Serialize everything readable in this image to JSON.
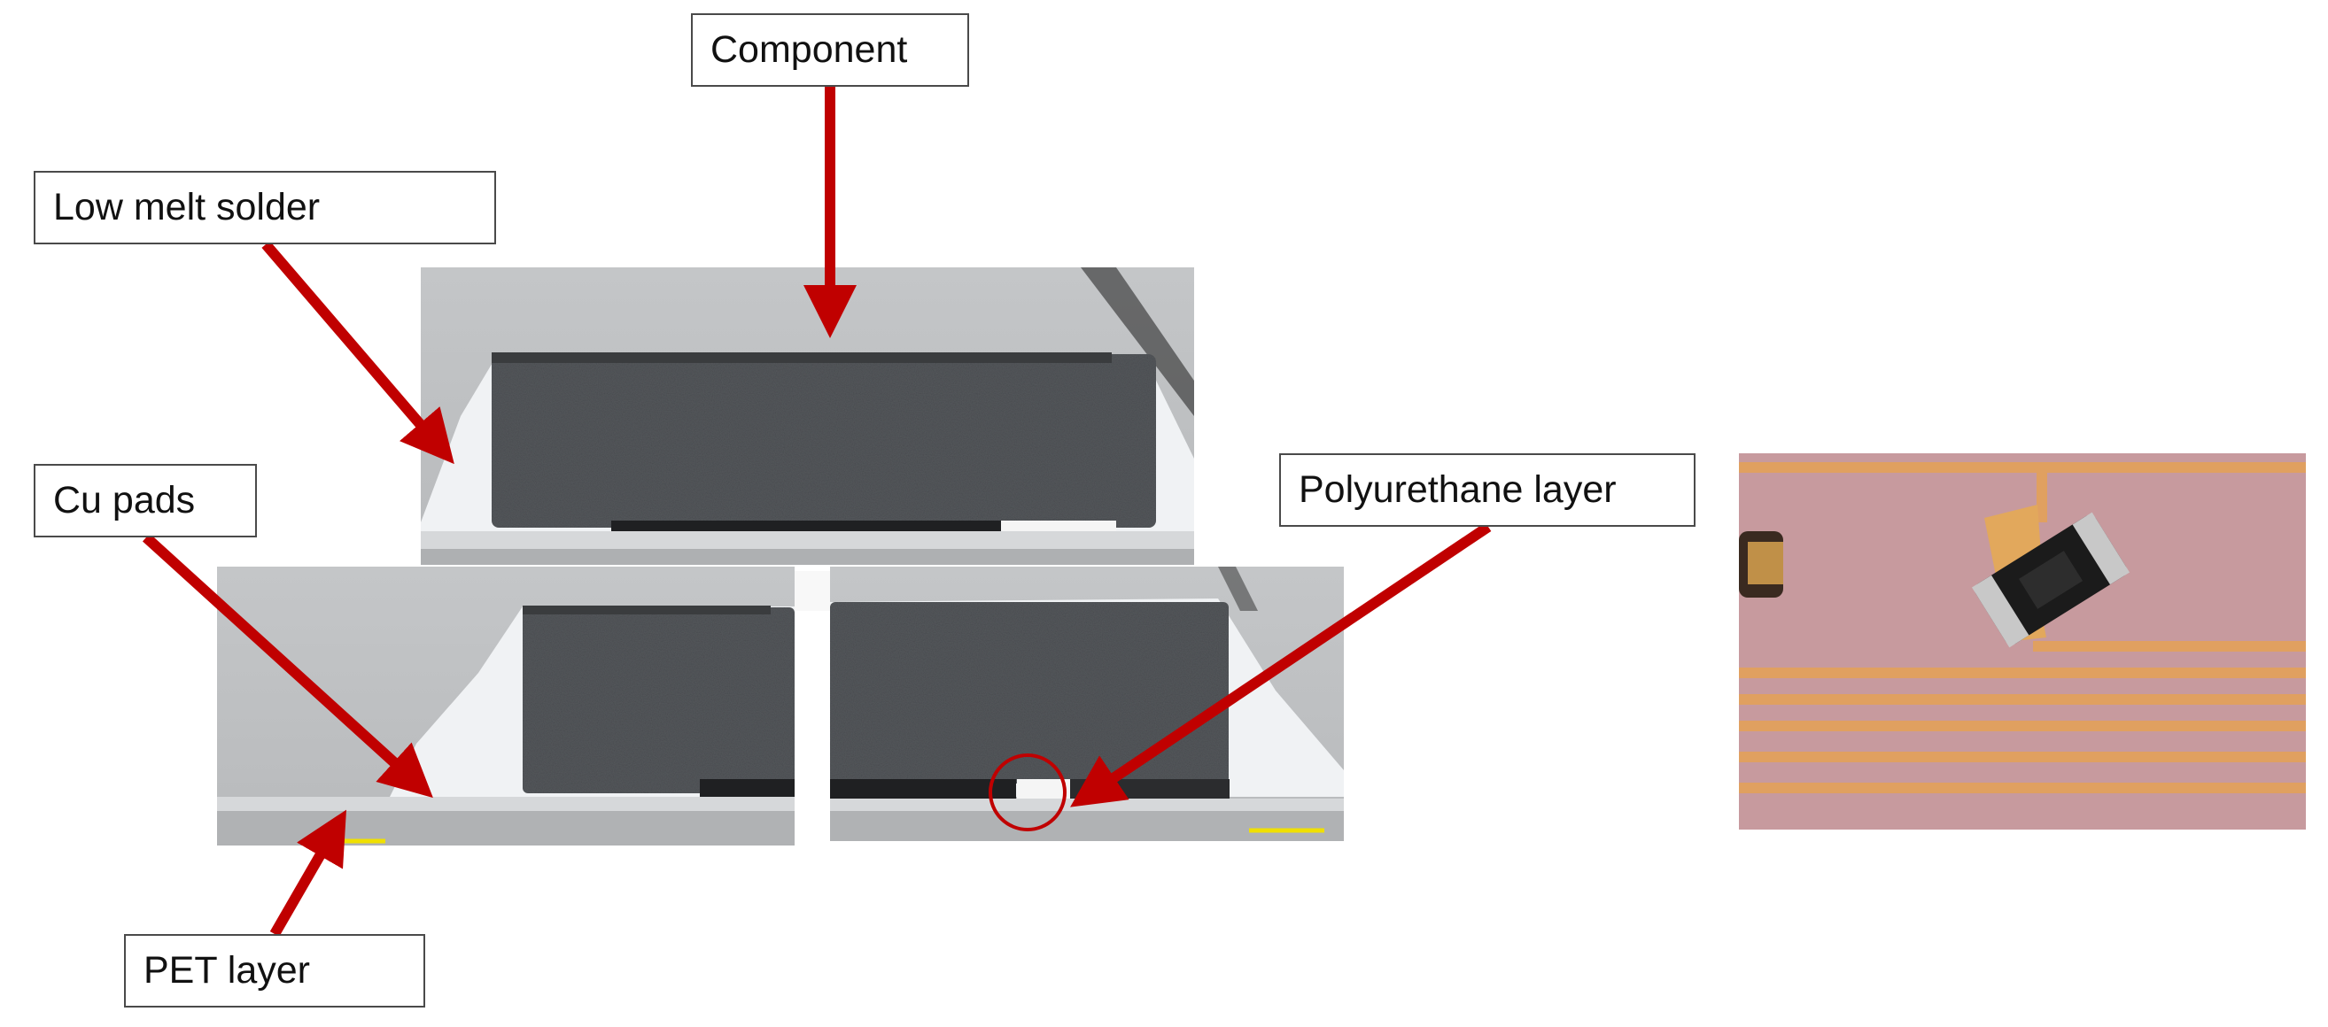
{
  "labels": {
    "component": "Component",
    "low_melt_solder": "Low melt solder",
    "cu_pads": "Cu pads",
    "polyurethane_layer": "Polyurethane layer",
    "pet_layer": "PET layer"
  },
  "colors": {
    "arrow": "#c00000",
    "box_border": "#4a4a4a",
    "micrograph_bg": "#c9cacb",
    "component_body": "#55585c",
    "solder": "#eef0f2",
    "board_pink": "#c79a9e",
    "copper_trace": "#e0a060",
    "scale_bar": "#f0e000"
  }
}
